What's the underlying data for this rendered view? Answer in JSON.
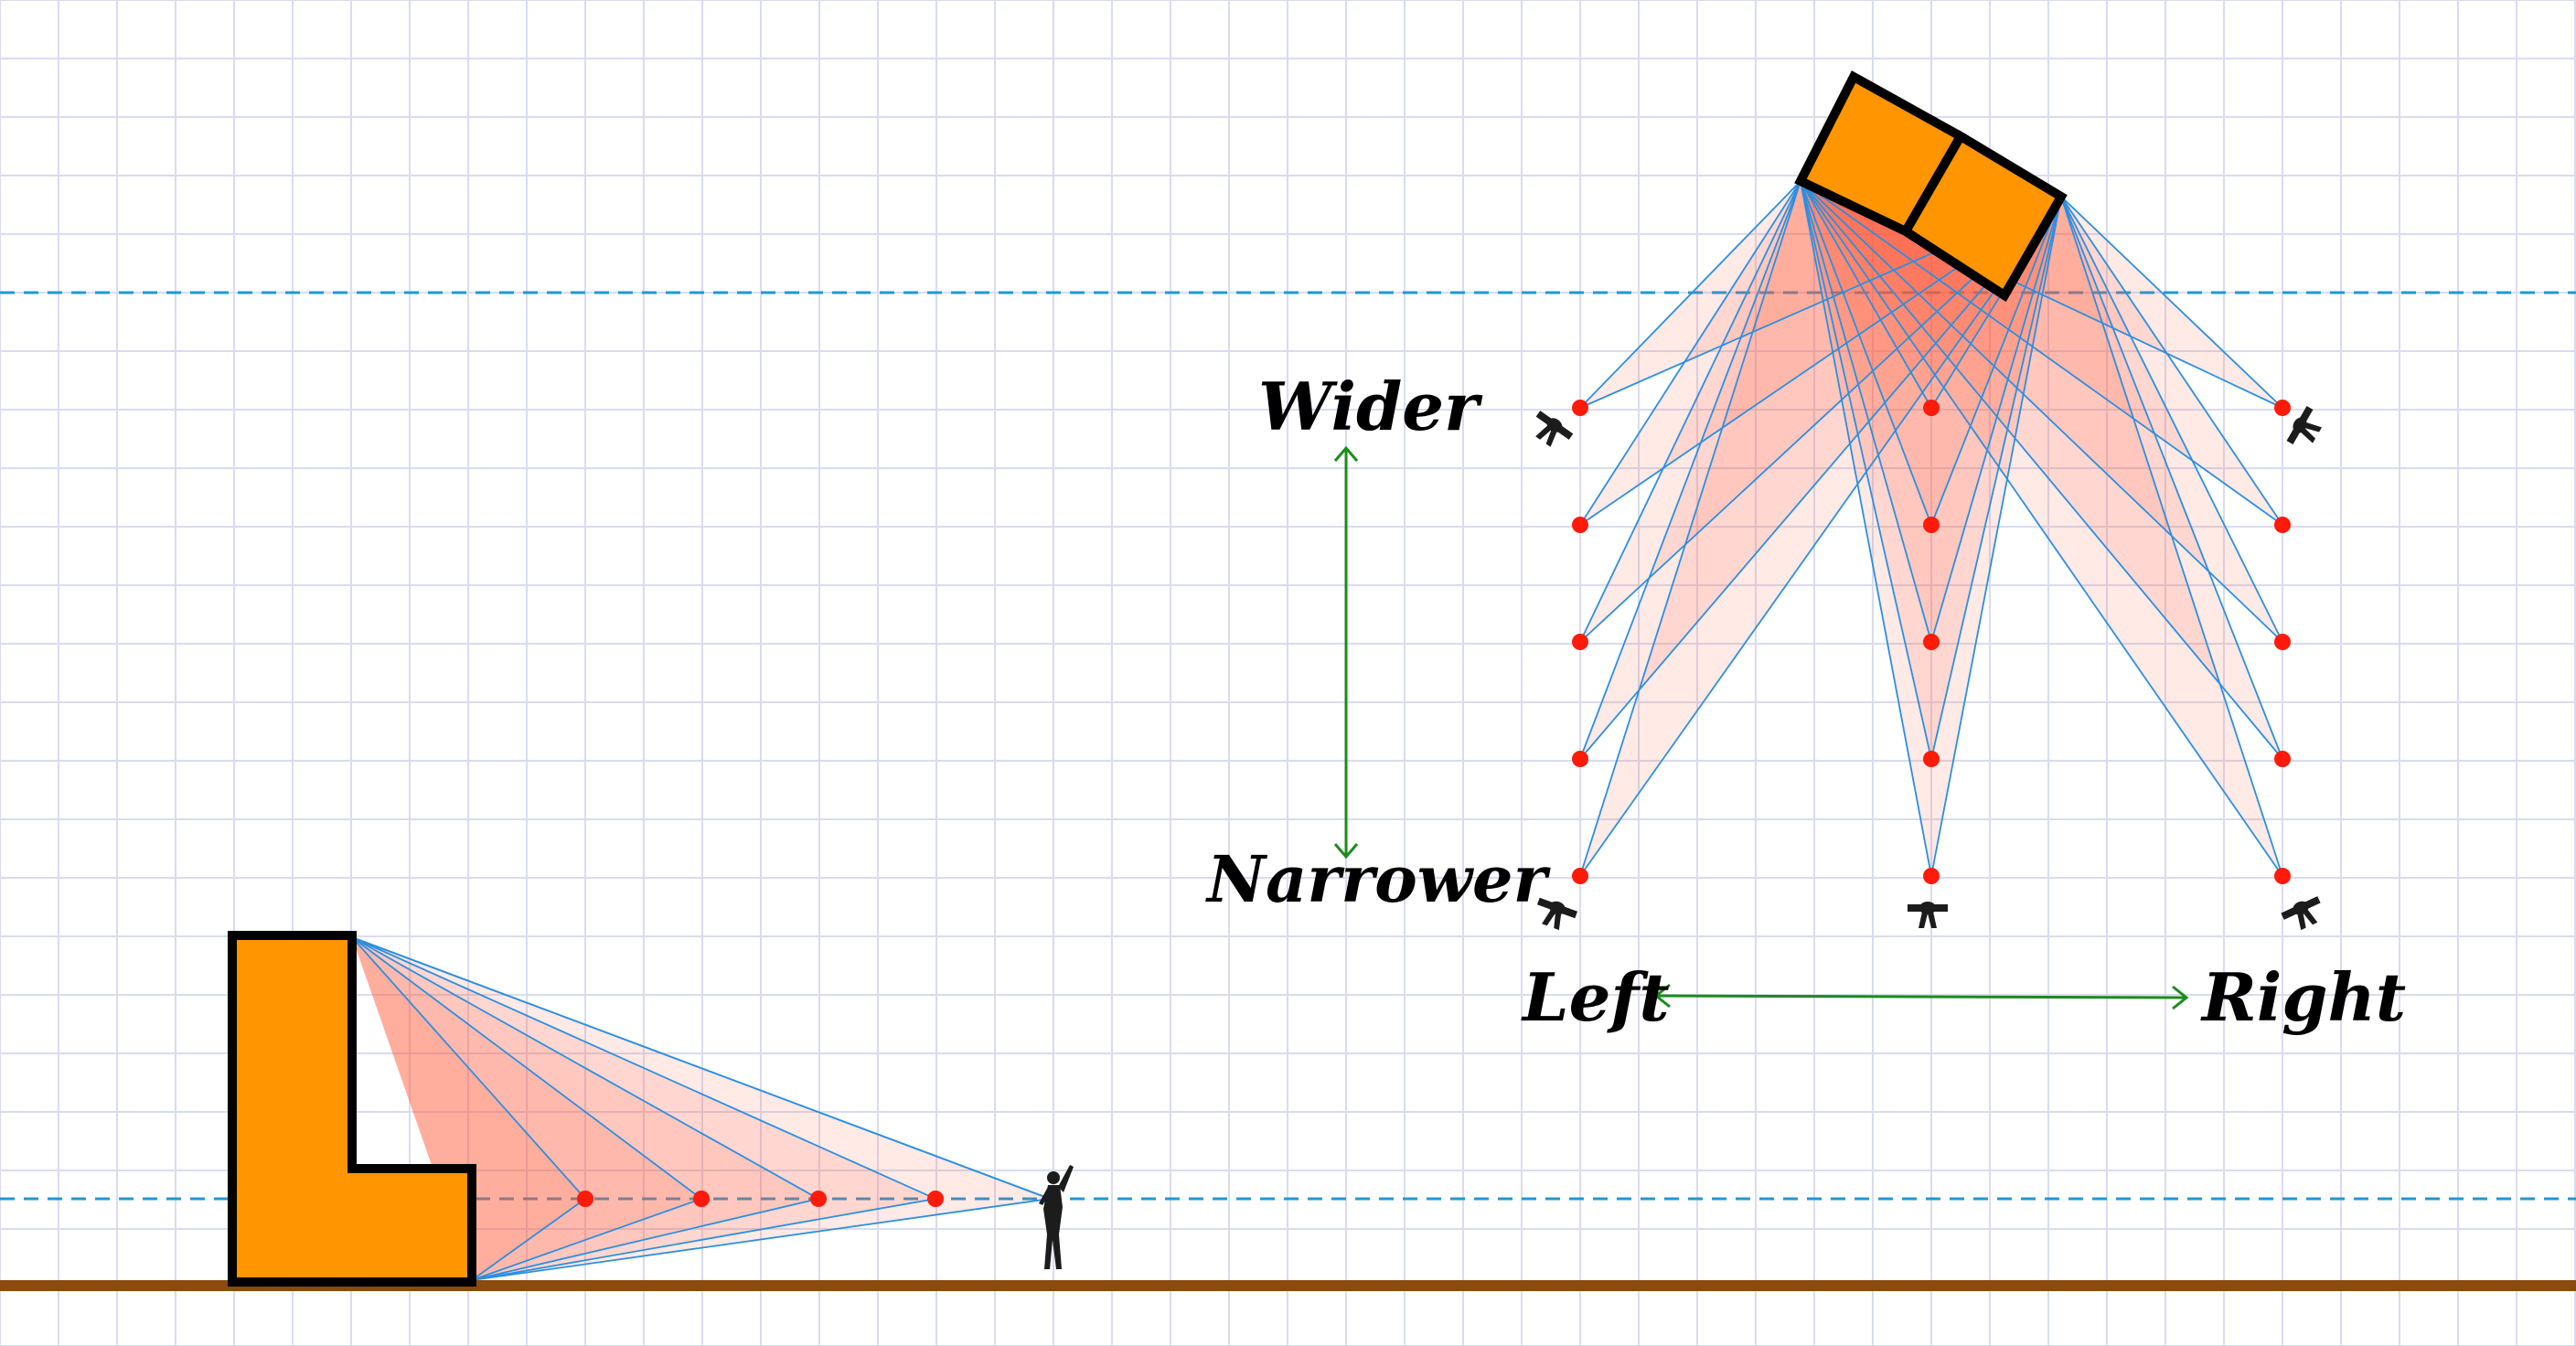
{
  "labels": {
    "wider": "Wider",
    "narrower": "Narrower",
    "left": "Left",
    "right": "Right"
  },
  "colors": {
    "building_fill": "#ff9500",
    "building_outline": "#000000",
    "sight_line": "#2c8fe0",
    "view_cone_fill": "#ff5a3c",
    "viewpoint": "#ff1a0a",
    "horizon_dash": "#1e98d6",
    "ground": "#8b4a0e",
    "axis_arrow": "#1a8c1a",
    "grid": "#d9dcef"
  },
  "icons": {
    "person_figure": "standing-person-icon",
    "top_view_figure": "person-top-view-icon"
  }
}
